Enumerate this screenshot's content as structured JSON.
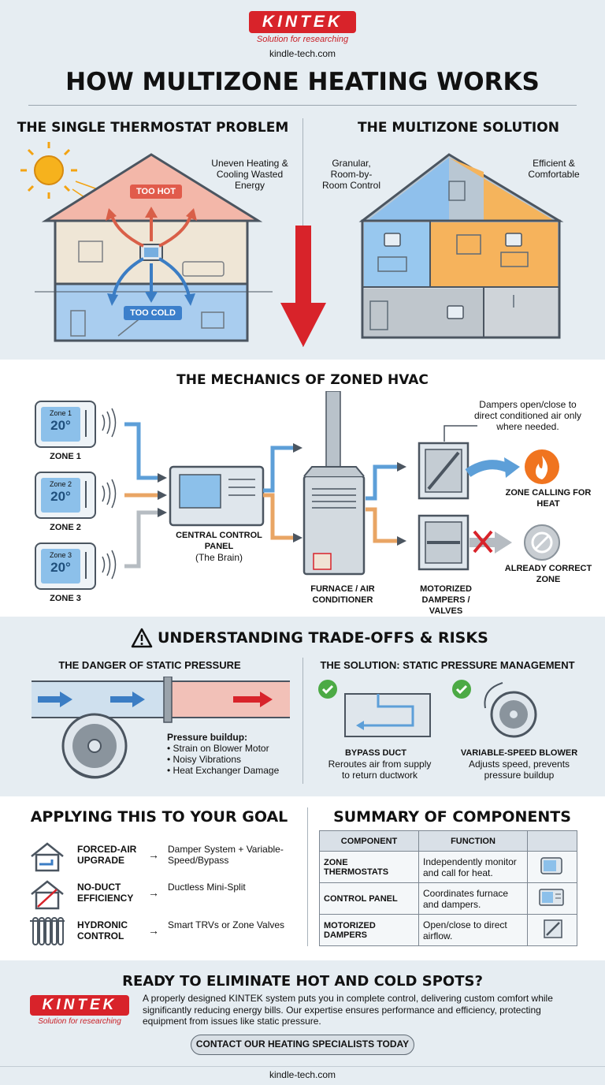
{
  "brand": {
    "logo_text": "KINTEK",
    "tagline": "Solution for researching",
    "site": "kindle-tech.com",
    "red": "#d8232a"
  },
  "title": "HOW MULTIZONE HEATING WORKS",
  "problem": {
    "heading": "THE SINGLE THERMOSTAT PROBLEM",
    "note": "Uneven Heating & Cooling Wasted Energy",
    "hot_badge": "TOO HOT",
    "cold_badge": "TOO COLD"
  },
  "solution": {
    "heading": "THE MULTIZONE SOLUTION",
    "note_left": "Granular, Room-by-Room Control",
    "note_right": "Efficient & Comfortable"
  },
  "mechanics": {
    "heading": "THE MECHANICS OF ZONED HVAC",
    "zones": [
      {
        "screen_label": "Zone 1",
        "temp": "20°",
        "label": "ZONE 1"
      },
      {
        "screen_label": "Zone 2",
        "temp": "20°",
        "label": "ZONE 2"
      },
      {
        "screen_label": "Zone 3",
        "temp": "20°",
        "label": "ZONE 3"
      }
    ],
    "control_panel": "CENTRAL CONTROL PANEL",
    "control_panel_sub": "(The Brain)",
    "furnace": "FURNACE / AIR CONDITIONER",
    "dampers": "MOTORIZED DAMPERS / VALVES",
    "damper_note": "Dampers open/close to direct conditioned air only where needed.",
    "zone_calling": "ZONE CALLING FOR HEAT",
    "already_correct": "ALREADY CORRECT ZONE"
  },
  "tradeoffs": {
    "heading": "UNDERSTANDING TRADE-OFFS & RISKS",
    "danger_heading": "THE DANGER OF STATIC PRESSURE",
    "pressure_title": "Pressure buildup:",
    "pressure_items": [
      "• Strain on Blower Motor",
      "• Noisy Vibrations",
      "• Heat Exchanger Damage"
    ],
    "solution_heading": "THE SOLUTION: STATIC PRESSURE MANAGEMENT",
    "bypass_title": "BYPASS DUCT",
    "bypass_desc": "Reroutes air from supply to return ductwork",
    "blower_title": "VARIABLE-SPEED BLOWER",
    "blower_desc": "Adjusts speed, prevents pressure buildup"
  },
  "goal": {
    "heading": "APPLYING THIS TO YOUR GOAL",
    "rows": [
      {
        "name": "FORCED-AIR UPGRADE",
        "arrow": "→",
        "value": "Damper System + Variable-Speed/Bypass",
        "icon": "house-duct-icon"
      },
      {
        "name": "NO-DUCT EFFICIENCY",
        "arrow": "→",
        "value": "Ductless Mini-Split",
        "icon": "no-duct-house-icon"
      },
      {
        "name": "HYDRONIC CONTROL",
        "arrow": "→",
        "value": "Smart TRVs or Zone Valves",
        "icon": "radiator-icon"
      }
    ]
  },
  "summary": {
    "heading": "SUMMARY OF COMPONENTS",
    "col_component": "COMPONENT",
    "col_function": "FUNCTION",
    "rows": [
      {
        "component": "ZONE THERMOSTATS",
        "function": "Independently monitor and call for heat.",
        "icon": "thermostat-icon"
      },
      {
        "component": "CONTROL PANEL",
        "function": "Coordinates furnace and dampers.",
        "icon": "control-panel-icon"
      },
      {
        "component": "MOTORIZED DAMPERS",
        "function": "Open/close to direct airflow.",
        "icon": "damper-icon"
      }
    ]
  },
  "cta": {
    "heading": "READY TO ELIMINATE HOT AND COLD SPOTS?",
    "body": "A properly designed KINTEK system puts you in complete control, delivering custom comfort while significantly reducing energy bills. Our expertise ensures performance and efficiency, protecting equipment from issues like static pressure.",
    "button": "CONTACT OUR HEATING SPECIALISTS TODAY"
  },
  "footer": "kindle-tech.com"
}
